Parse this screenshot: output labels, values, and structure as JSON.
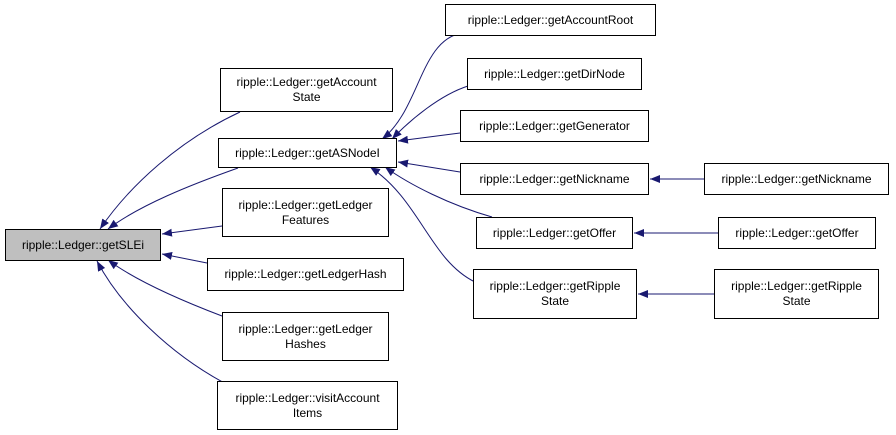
{
  "graph": {
    "edge_color": "#191970",
    "root_fill": "#bfbfbf",
    "nodes": {
      "getSLEi": {
        "lines": [
          "ripple::Ledger::getSLEi"
        ]
      },
      "getAccountState": {
        "lines": [
          "ripple::Ledger::getAccount",
          "State"
        ]
      },
      "getASNodeI": {
        "lines": [
          "ripple::Ledger::getASNodeI"
        ]
      },
      "getLedgerFeatures": {
        "lines": [
          "ripple::Ledger::getLedger",
          "Features"
        ]
      },
      "getLedgerHash": {
        "lines": [
          "ripple::Ledger::getLedgerHash"
        ]
      },
      "getLedgerHashes": {
        "lines": [
          "ripple::Ledger::getLedger",
          "Hashes"
        ]
      },
      "visitAccountItems": {
        "lines": [
          "ripple::Ledger::visitAccount",
          "Items"
        ]
      },
      "getAccountRoot": {
        "lines": [
          "ripple::Ledger::getAccountRoot"
        ]
      },
      "getDirNode": {
        "lines": [
          "ripple::Ledger::getDirNode"
        ]
      },
      "getGenerator": {
        "lines": [
          "ripple::Ledger::getGenerator"
        ]
      },
      "getNickname": {
        "lines": [
          "ripple::Ledger::getNickname"
        ]
      },
      "getOffer": {
        "lines": [
          "ripple::Ledger::getOffer"
        ]
      },
      "getRippleState": {
        "lines": [
          "ripple::Ledger::getRipple",
          "State"
        ]
      },
      "getNickname2": {
        "lines": [
          "ripple::Ledger::getNickname"
        ]
      },
      "getOffer2": {
        "lines": [
          "ripple::Ledger::getOffer"
        ]
      },
      "getRippleState2": {
        "lines": [
          "ripple::Ledger::getRipple",
          "State"
        ]
      }
    }
  }
}
